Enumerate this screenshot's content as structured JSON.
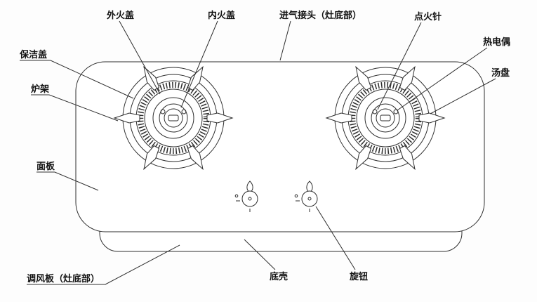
{
  "labels": {
    "cleaning_cover": "保洁盖",
    "outer_flame_cap": "外火盖",
    "inner_flame_cap": "内火盖",
    "gas_inlet": "进气接头（灶底部）",
    "ignition_needle": "点火针",
    "thermocouple": "热电偶",
    "drip_pan": "汤盘",
    "pot_support": "炉架",
    "panel": "面板",
    "air_damper": "调风板（灶底部）",
    "bottom_shell": "底壳",
    "knob": "旋钮"
  },
  "colors": {
    "line": "#2e2e2e",
    "background": "#fdfdfd",
    "text": "#111111"
  }
}
